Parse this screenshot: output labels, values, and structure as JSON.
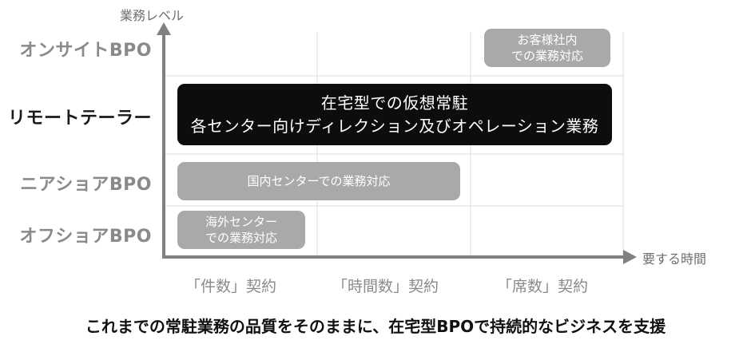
{
  "axes": {
    "y_title": "業務レベル",
    "x_title": "要する時間"
  },
  "rows": [
    {
      "label": "オンサイトBPO"
    },
    {
      "label": "リモートテーラー"
    },
    {
      "label": "ニアショアBPO"
    },
    {
      "label": "オフショアBPO"
    }
  ],
  "columns": [
    {
      "label": "「件数」契約"
    },
    {
      "label": "「時間数」契約"
    },
    {
      "label": "「席数」契約"
    }
  ],
  "boxes": {
    "onsite": {
      "line1": "お客様社内",
      "line2": "での業務対応"
    },
    "remote": {
      "line1": "在宅型での仮想常駐",
      "line2": "各センター向けディレクション及びオペレーション業務"
    },
    "nearshore": {
      "line1": "国内センターでの業務対応"
    },
    "offshore": {
      "line1": "海外センター",
      "line2": "での業務対応"
    }
  },
  "caption": "これまでの常駐業務の品質をそのままに、在宅型BPOで持続的なビジネスを支援",
  "colors": {
    "axis": "#808080",
    "grid": "#dcdcdc",
    "gray_box": "#a9a9a9",
    "dark_box": "#0d0d0d",
    "muted_text": "#8a8a8a"
  }
}
